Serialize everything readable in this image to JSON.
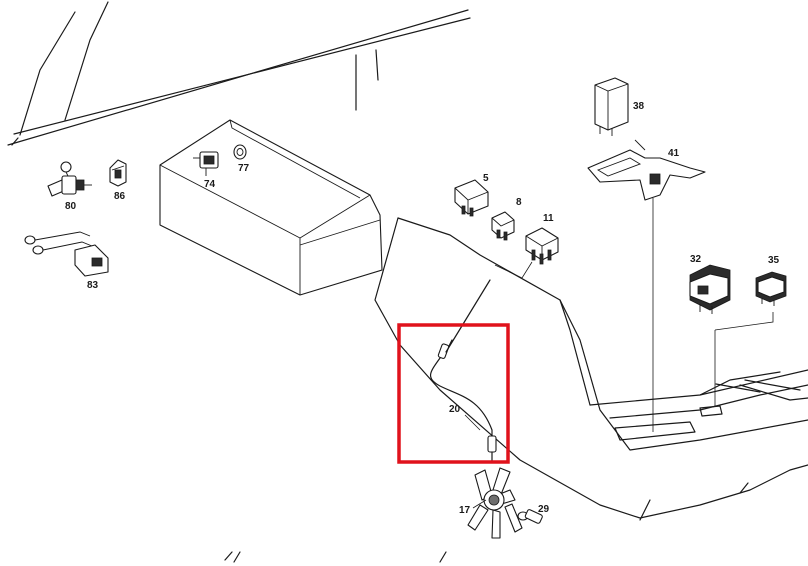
{
  "labels": {
    "p5": "5",
    "p8": "8",
    "p11": "11",
    "p17": "17",
    "p20": "20",
    "p29": "29",
    "p32": "32",
    "p35": "35",
    "p38": "38",
    "p41": "41",
    "p74": "74",
    "p77": "77",
    "p80": "80",
    "p83": "83",
    "p86": "86"
  },
  "highlight": {
    "color": "#e0121c",
    "target": "20"
  }
}
